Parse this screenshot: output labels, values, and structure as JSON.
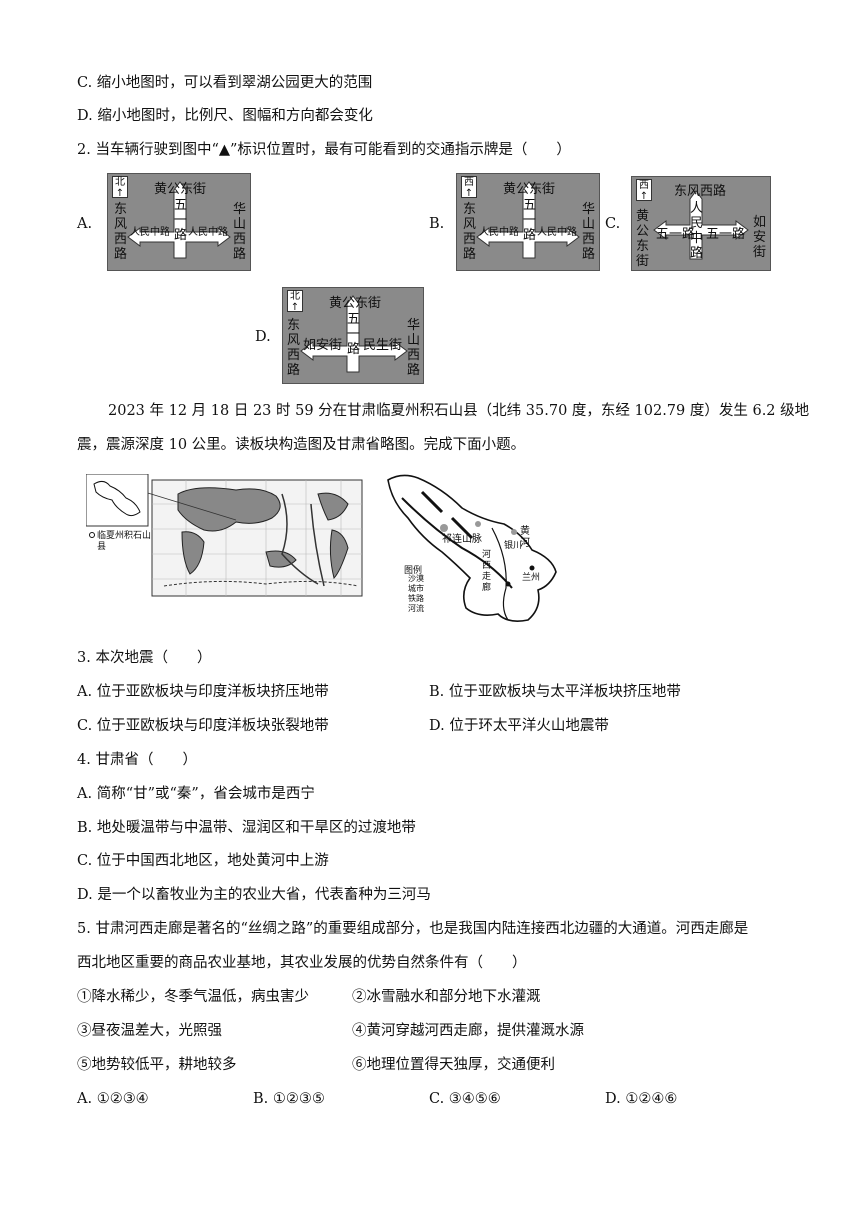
{
  "q1_options": {
    "c": "C. 缩小地图时，可以看到翠湖公园更大的范围",
    "d": "D. 缩小地图时，比例尺、图幅和方向都会变化"
  },
  "q2": {
    "stem": "2. 当车辆行驶到图中“▲”标识位置时，最有可能看到的交通指示牌是（　　）",
    "labels": {
      "a": "A.",
      "b": "B.",
      "c": "C.",
      "d": "D."
    },
    "sign_a": {
      "top": "黄公东街",
      "dir": "北",
      "left": "东风西路",
      "right": "华山西路",
      "center": "五一路",
      "left_arm": "人民中路",
      "right_arm": "人民中路"
    },
    "sign_b": {
      "top": "黄公东街",
      "dir": "西",
      "left": "东风西路",
      "right": "华山西路",
      "center": "五一路",
      "left_arm": "人民中路",
      "right_arm": "人民中路"
    },
    "sign_c": {
      "top": "东风西路",
      "dir": "西",
      "left": "黄公东街",
      "right": "如安街",
      "center": "人民中路",
      "left_arm": "五一路",
      "right_arm": "五一路"
    },
    "sign_d": {
      "top": "黄公东街",
      "dir": "北",
      "left": "东风西路",
      "right": "华山西路",
      "center": "五一路",
      "left_arm": "如安街",
      "right_arm": "民生街"
    }
  },
  "intro": {
    "line1": "2023 年 12 月 18 日 23 时 59 分在甘肃临夏州积石山县（北纬 35.70 度，东经 102.79 度）发生 6.2 级地",
    "line2": "震，震源深度 10 公里。读板块构造图及甘肃省略图。完成下面小题。"
  },
  "figure": {
    "map_label": "临夏州积石山县",
    "gansu_labels": {
      "mountain": "祁连山脉",
      "river1": "黄河",
      "city1": "银川",
      "city2": "兰州",
      "hexi": "河西走廊"
    },
    "legend_title": "图例",
    "legend": [
      "沙漠",
      "城市",
      "铁路",
      "河流"
    ]
  },
  "q3": {
    "stem": "3. 本次地震（　　）",
    "a": "A. 位于亚欧板块与印度洋板块挤压地带",
    "b": "B. 位于亚欧板块与太平洋板块挤压地带",
    "c": "C. 位于亚欧板块与印度洋板块张裂地带",
    "d": "D. 位于环太平洋火山地震带"
  },
  "q4": {
    "stem": "4. 甘肃省（　　）",
    "a": "A. 简称“甘”或“秦”，省会城市是西宁",
    "b": "B. 地处暖温带与中温带、湿润区和干旱区的过渡地带",
    "c": "C. 位于中国西北地区，地处黄河中上游",
    "d": "D. 是一个以畜牧业为主的农业大省，代表畜种为三河马"
  },
  "q5": {
    "stem1": "5. 甘肃河西走廊是著名的“丝绸之路”的重要组成部分，也是我国内陆连接西北边疆的大通道。河西走廊是",
    "stem2": "西北地区重要的商品农业基地，其农业发展的优势自然条件有（　　）",
    "s1": "①降水稀少，冬季气温低，病虫害少",
    "s2": "②冰雪融水和部分地下水灌溉",
    "s3": "③昼夜温差大，光照强",
    "s4": "④黄河穿越河西走廊，提供灌溉水源",
    "s5": "⑤地势较低平，耕地较多",
    "s6": "⑥地理位置得天独厚，交通便利",
    "a": "A. ①②③④",
    "b": "B. ①②③⑤",
    "c": "C. ③④⑤⑥",
    "d": "D. ①②④⑥"
  }
}
